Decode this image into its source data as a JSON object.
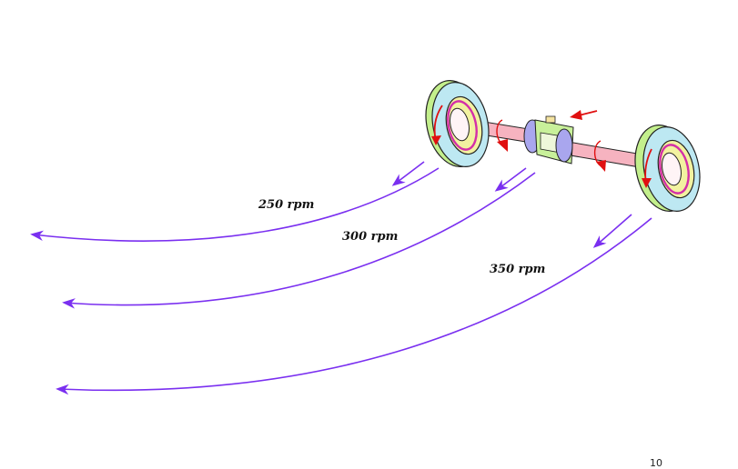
{
  "labels": {
    "left_wheel_speed": "250 rpm",
    "differential_speed": "300 rpm",
    "right_wheel_speed": "350 rpm"
  },
  "page_number": "10",
  "colors": {
    "path_arrow": "#7a2ff0",
    "rotation_arrow": "#e01010",
    "axle": "#f6b3c0",
    "tire_face": "#bde8f2",
    "tire_tread": "#c3ef8c",
    "hub": "#f2f2a0",
    "inner_ring": "#d42fa8",
    "diff_side": "#a9a6ee",
    "diff_body": "#c8f09a"
  }
}
